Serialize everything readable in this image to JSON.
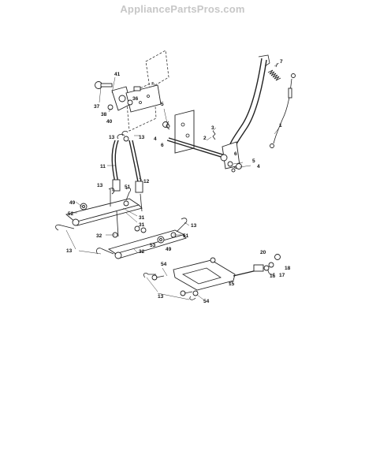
{
  "watermark": "AppliancePartsPros.com",
  "callouts": {
    "c1": "1",
    "c2": "2",
    "c3": "3",
    "c4a": "4",
    "c4b": "4",
    "c5a": "5",
    "c5b": "5",
    "c6a": "6",
    "c6b": "6",
    "c7": "7",
    "c11": "11",
    "c12": "12",
    "c13a": "13",
    "c13b": "13",
    "c13c": "13",
    "c13d": "13",
    "c13e": "13",
    "c15": "15",
    "c16": "16",
    "c17": "17",
    "c18": "18",
    "c20": "20",
    "c31a": "31",
    "c31b": "31",
    "c32a": "32",
    "c32b": "32",
    "c36": "36",
    "c37": "37",
    "c38": "38",
    "c40": "40",
    "c41": "41",
    "c49a": "49",
    "c49b": "49",
    "c51a": "51",
    "c51b": "51",
    "c52": "52",
    "c53": "53",
    "c54a": "54",
    "c54b": "54"
  }
}
